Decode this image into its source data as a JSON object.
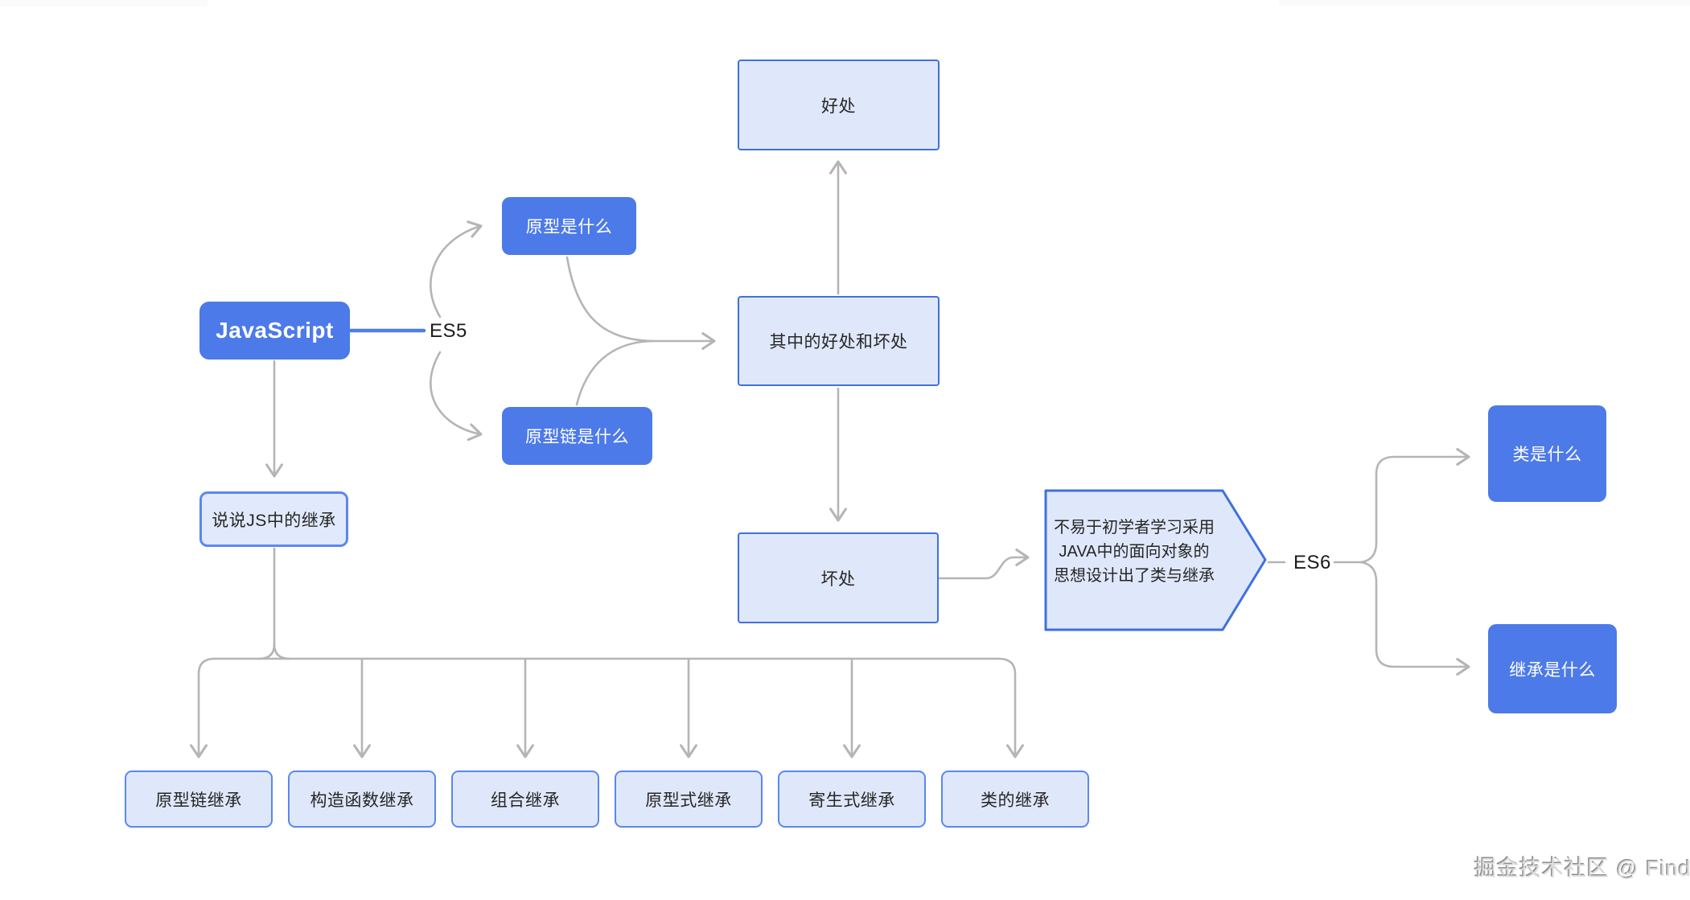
{
  "diagram": {
    "root": {
      "label": "JavaScript"
    },
    "branch_labels": {
      "es5": "ES5",
      "es6": "ES6"
    },
    "nodes": {
      "prototype": "原型是什么",
      "prototype_chain": "原型链是什么",
      "pros_and_cons": "其中的好处和坏处",
      "pros": "好处",
      "cons": "坏处",
      "js_inheritance": "说说JS中的继承",
      "es6_note": "不易于初学者学习采用\nJAVA中的面向对象的\n思想设计出了类与继承",
      "what_is_class": "类是什么",
      "what_is_inheritance": "继承是什么"
    },
    "inheritance_types": [
      "原型链继承",
      "构造函数继承",
      "组合继承",
      "原型式继承",
      "寄生式继承",
      "类的继承"
    ],
    "colors": {
      "node_solid_blue": "#4d7ae9",
      "node_light_fill": "#dfe8fb",
      "node_square_border": "#4070de",
      "node_round_border": "#5b87f0",
      "connector_gray": "#b5b5b5",
      "es5_link_blue": "#4f7dea",
      "text_dark": "#262626"
    }
  },
  "watermark": {
    "text": "掘金技术社区 @ Find"
  }
}
